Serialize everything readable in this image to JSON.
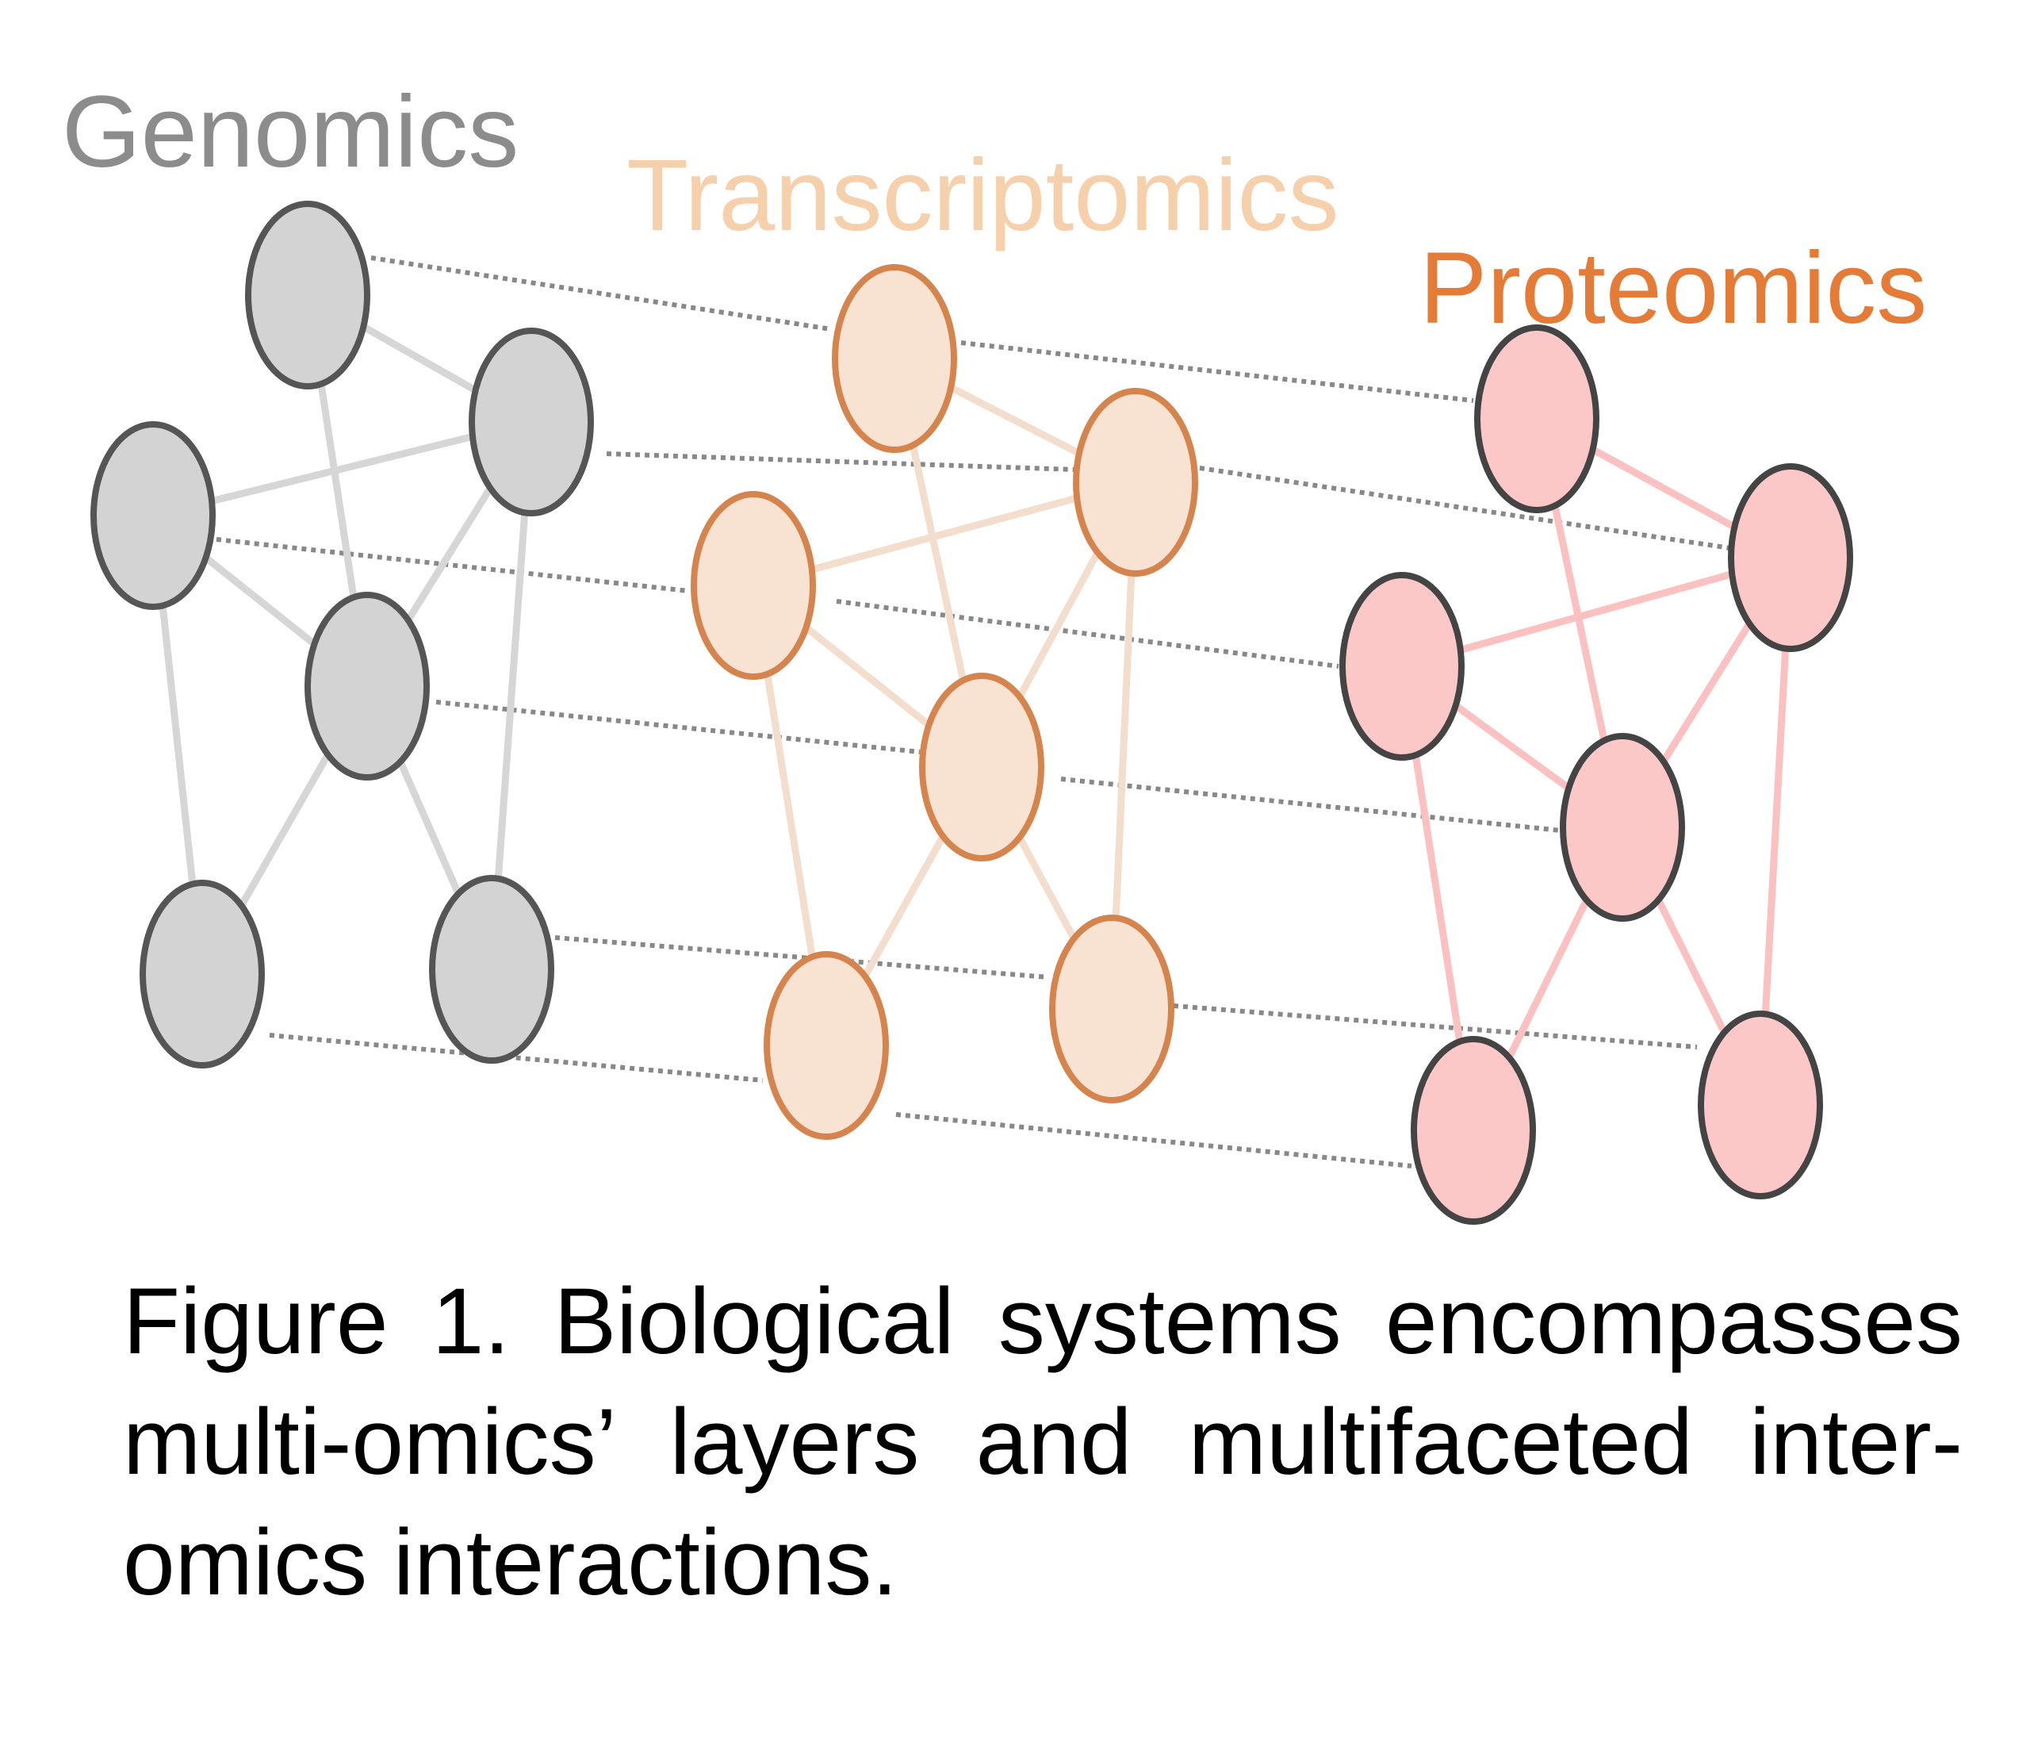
{
  "layers": [
    {
      "label": "Genomics",
      "color": "#8c8c8c",
      "node_fill": "#d3d3d3",
      "node_stroke": "#555555",
      "edge_color": "#d6d6d6"
    },
    {
      "label": "Transcriptomics",
      "color": "#f6cfab",
      "node_fill": "#f8e3d3",
      "node_stroke": "#d4844c",
      "edge_color": "#f3ddcc"
    },
    {
      "label": "Proteomics",
      "color": "#e47b37",
      "node_fill": "#fcc7c7",
      "node_stroke": "#444444",
      "edge_color": "#fbc0c0"
    }
  ],
  "inter_link_color": "#888888",
  "caption": "Figure 1. Biological systems encompasses multi-omics’ layers and multifaceted inter-omics interactions."
}
